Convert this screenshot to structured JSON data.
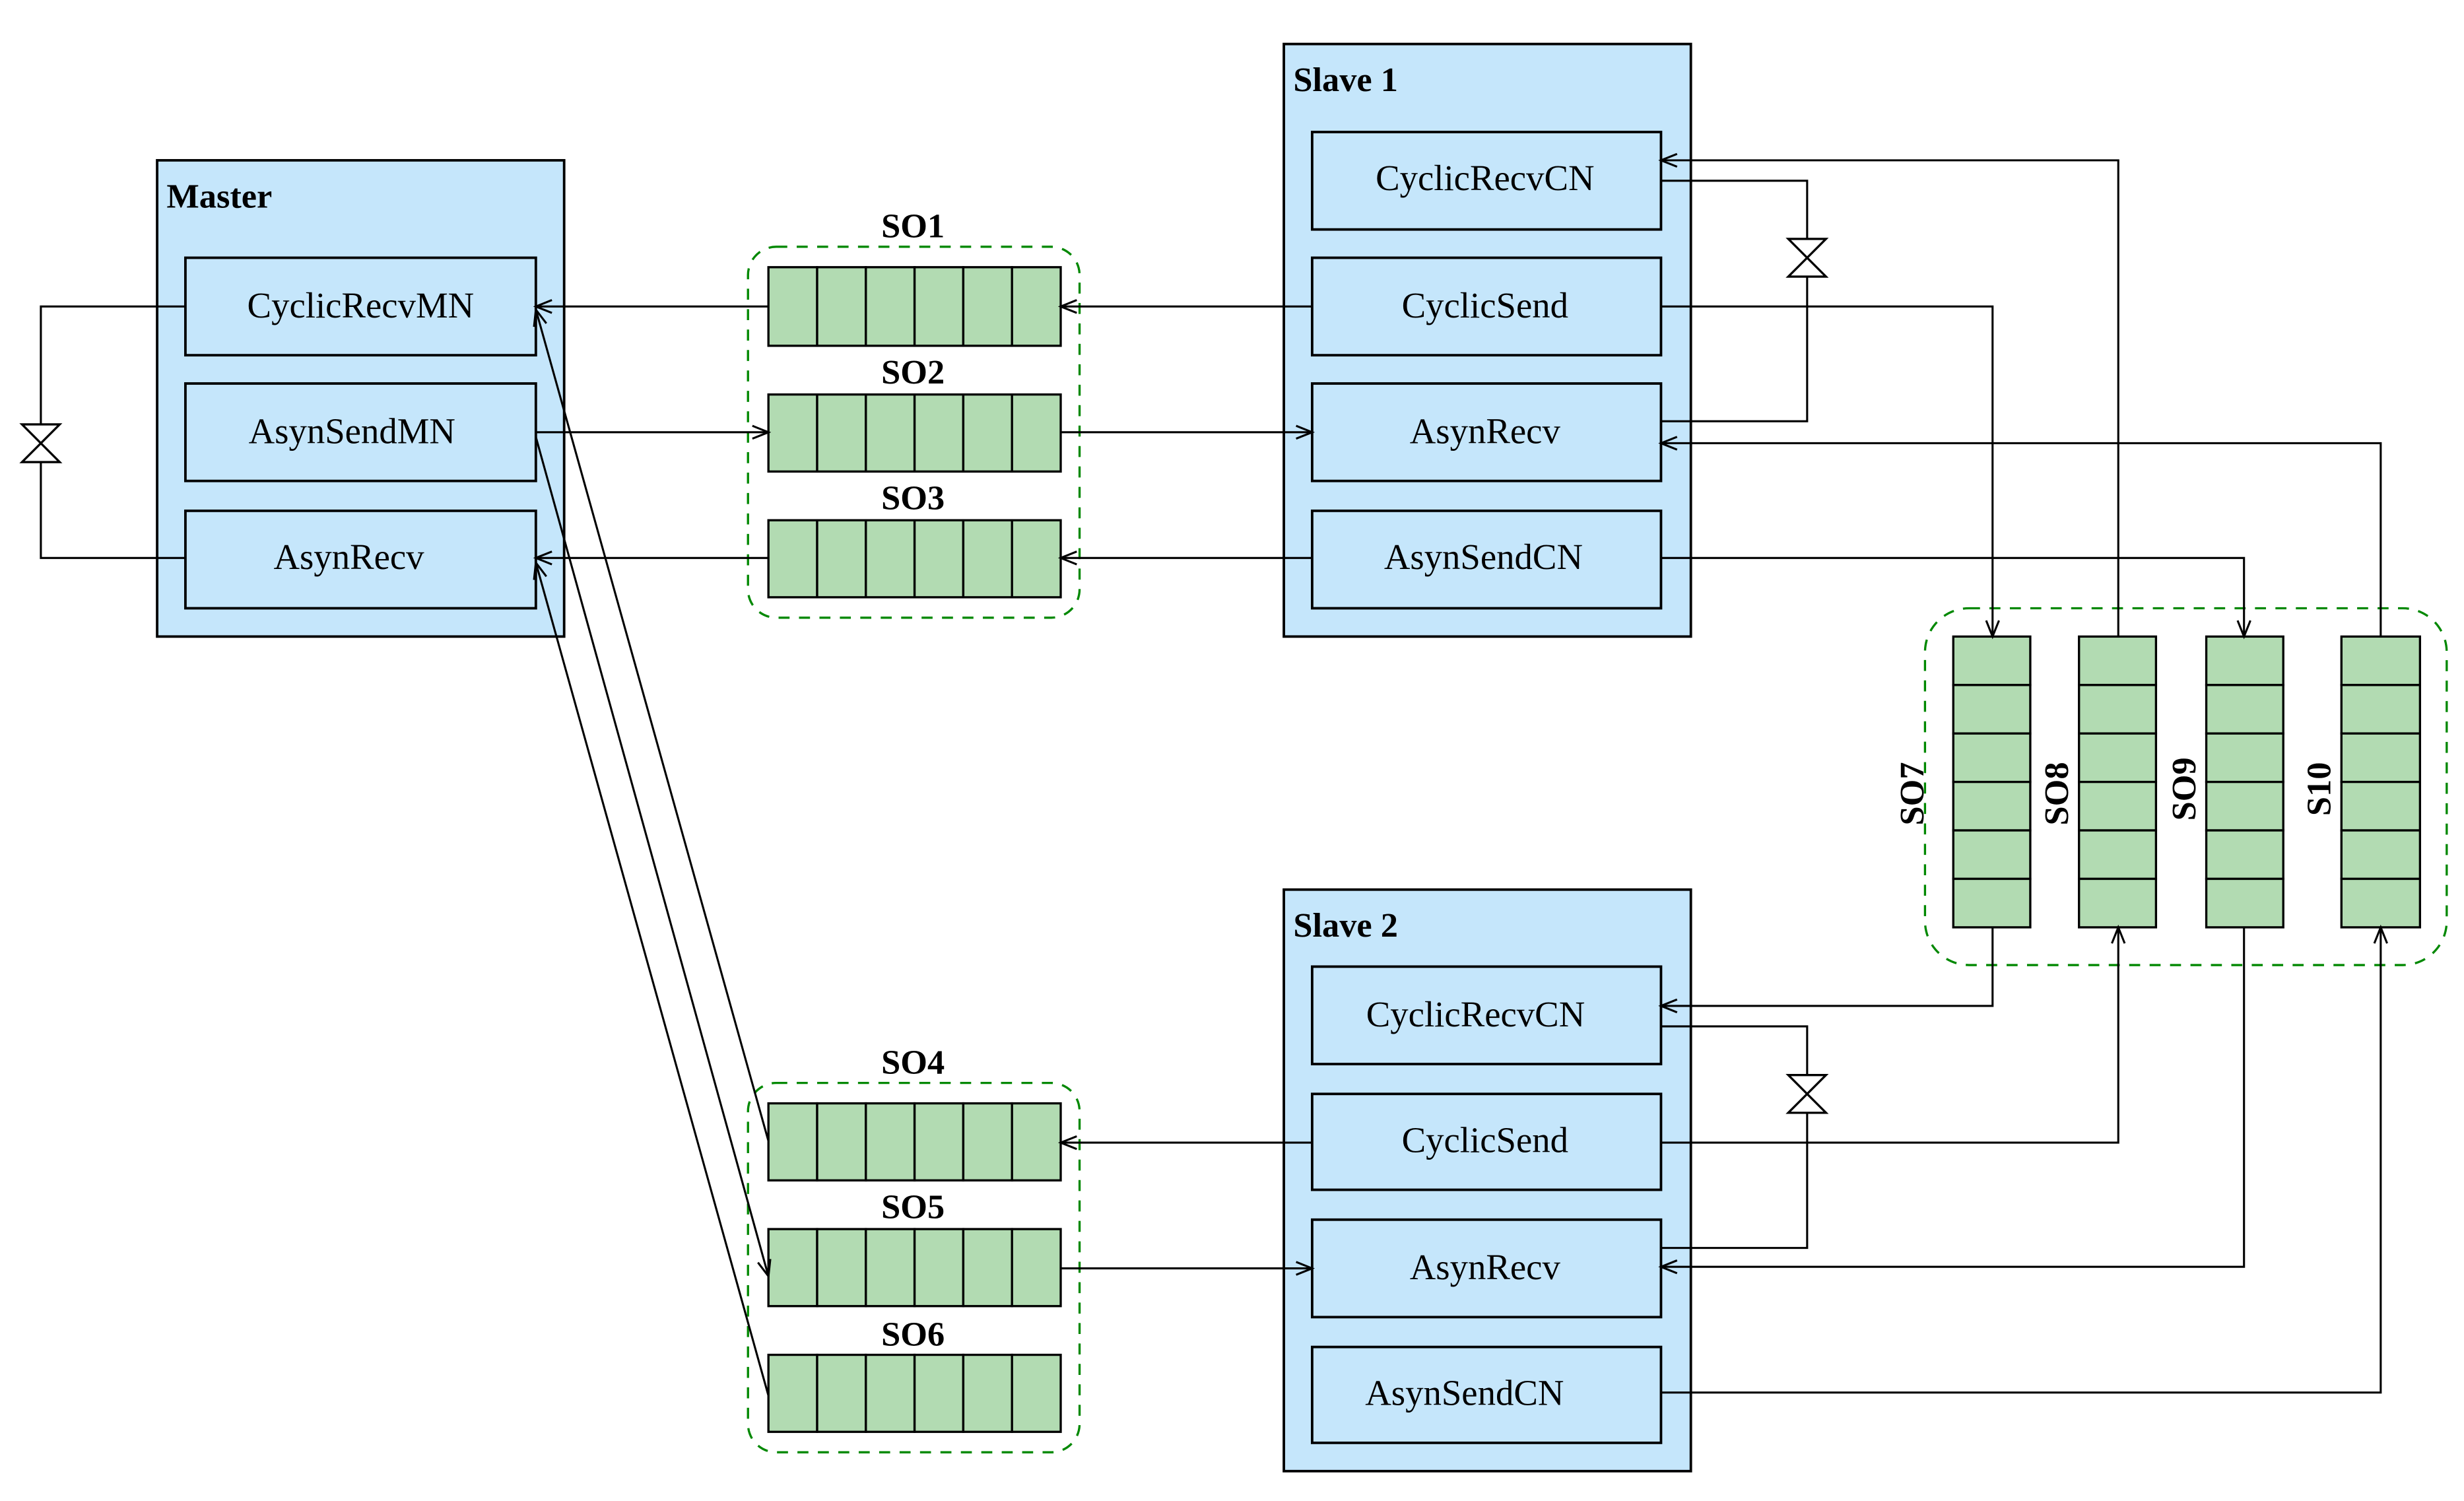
{
  "diagram": {
    "nodes": {
      "master": {
        "title": "Master",
        "components": [
          "CyclicRecvMN",
          "AsynSendMN",
          "AsynRecv"
        ]
      },
      "slave1": {
        "title": "Slave 1",
        "components": [
          "CyclicRecvCN",
          "CyclicSend",
          "AsynRecv",
          "AsynSendCN"
        ]
      },
      "slave2": {
        "title": "Slave 2",
        "components": [
          "CyclicRecvCN",
          "CyclicSend",
          "AsynRecv",
          "AsynSendCN"
        ]
      }
    },
    "queues": {
      "so1": "SO1",
      "so2": "SO2",
      "so3": "SO3",
      "so4": "SO4",
      "so5": "SO5",
      "so6": "SO6",
      "so7": "SO7",
      "so8": "SO8",
      "so9": "SO9",
      "so10": "S10"
    },
    "queue_cells": 6,
    "colors": {
      "node_fill": "#c5e6fb",
      "queue_fill": "#b2dbb2",
      "group_border": "#008800",
      "line": "#000000"
    }
  }
}
